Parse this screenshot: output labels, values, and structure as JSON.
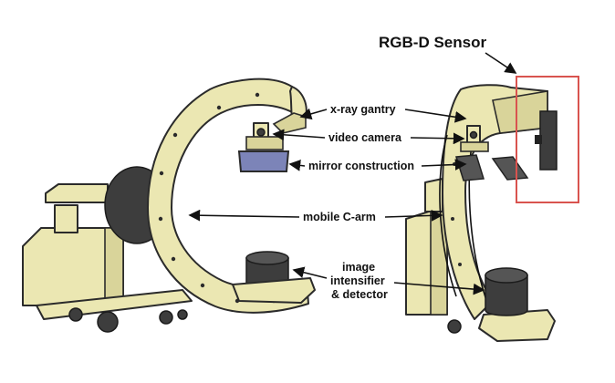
{
  "title": "RGB-D Sensor",
  "labels": {
    "xray_gantry": "x-ray gantry",
    "video_camera": "video camera",
    "mirror_construction": "mirror construction",
    "mobile_c_arm": "mobile C-arm",
    "image_intensifier_line1": "image",
    "image_intensifier_line2": "intensifier",
    "image_intensifier_line3": "& detector"
  },
  "colors": {
    "body": "#ebe7b2",
    "dark": "#3d3d3d",
    "highlight_box": "#d9534f",
    "mirror": "#7c84b8"
  }
}
